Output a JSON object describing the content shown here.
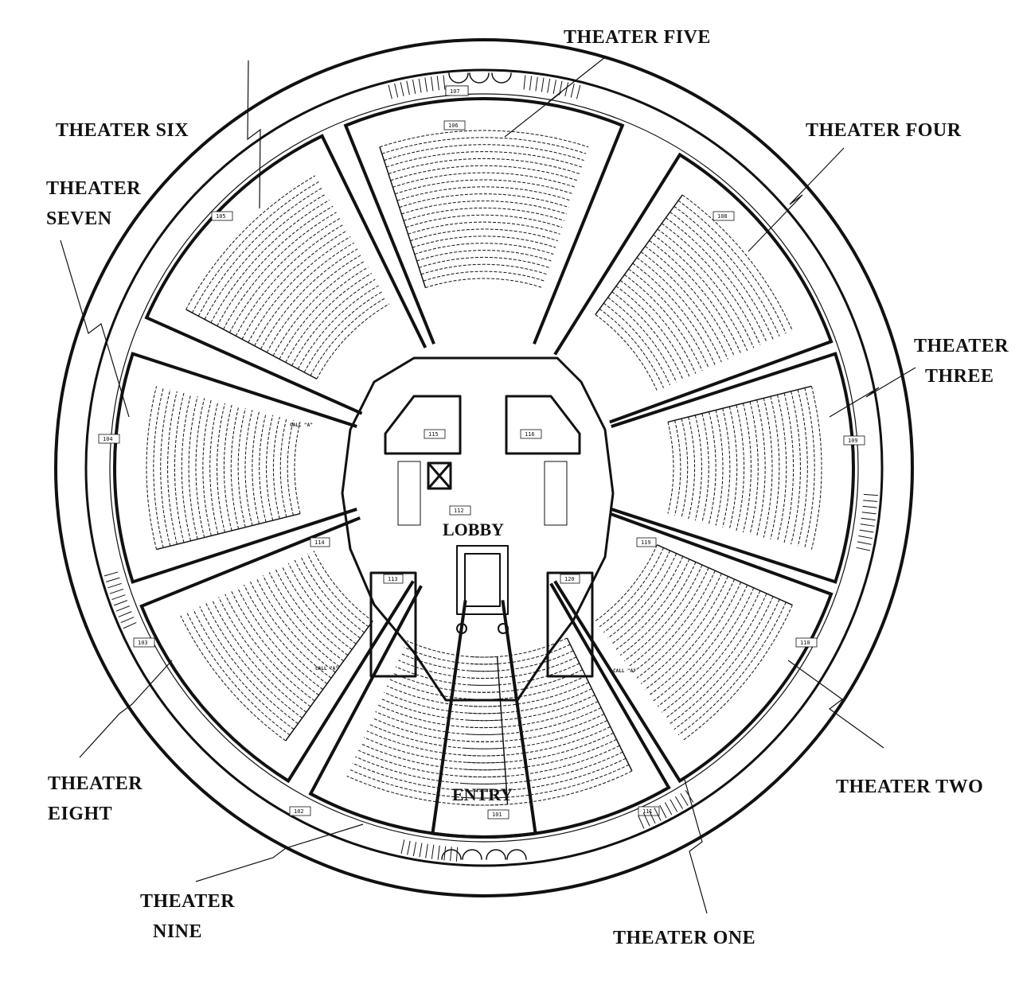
{
  "theaters": [
    {
      "key": "one",
      "lines": [
        "THEATER ONE"
      ],
      "room": "111"
    },
    {
      "key": "two",
      "lines": [
        "THEATER TWO"
      ],
      "room": "110"
    },
    {
      "key": "three",
      "lines": [
        "THEATER",
        "THREE"
      ],
      "room": "109"
    },
    {
      "key": "four",
      "lines": [
        "THEATER FOUR"
      ],
      "room": "108"
    },
    {
      "key": "five",
      "lines": [
        "THEATER FIVE"
      ],
      "room": "106"
    },
    {
      "key": "six",
      "lines": [
        "THEATER SIX"
      ],
      "room": "105"
    },
    {
      "key": "seven",
      "lines": [
        "THEATER",
        "SEVEN"
      ],
      "room": "104"
    },
    {
      "key": "eight",
      "lines": [
        "THEATER",
        "EIGHT"
      ],
      "room": "103"
    },
    {
      "key": "nine",
      "lines": [
        "THEATER",
        "NINE"
      ],
      "room": "102"
    }
  ],
  "areas": {
    "lobby": "LOBBY",
    "entry": "ENTRY",
    "lobby_room": "112",
    "entry_room": "101",
    "rear_vestibule_room": "107"
  },
  "service_rooms": {
    "left_upper": "115",
    "right_upper": "116",
    "left_restroom": "114",
    "right_restroom": "119",
    "left_toilets": "113",
    "right_toilets": "120"
  },
  "corridor_tags": {
    "left_upper": "CALL \"A\"",
    "left_lower": "CALL \"A\"",
    "right_lower": "CALL \"A\""
  }
}
